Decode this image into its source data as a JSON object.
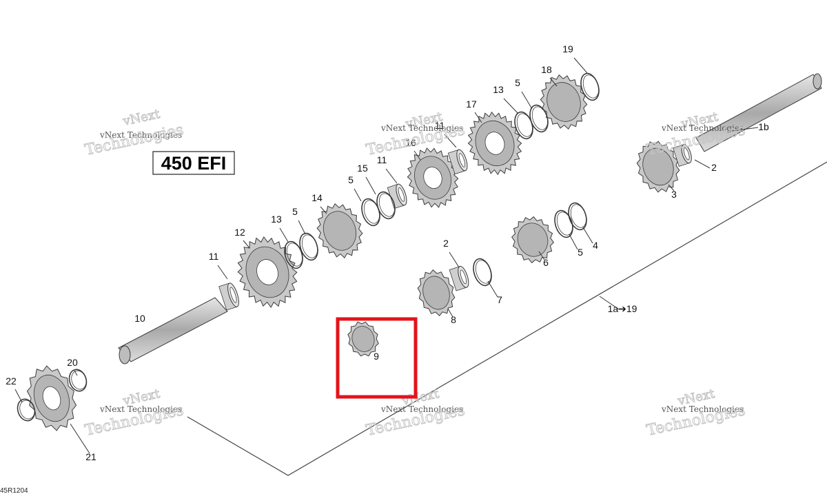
{
  "model_label": "450 EFI",
  "reference_code": "45R1204",
  "watermark": {
    "line1": "vNext Technologies",
    "line2": "Technologies",
    "top": "vNext"
  },
  "colors": {
    "part_fill": "#c9c9c9",
    "part_stroke": "#3a3a3a",
    "highlight": "#e3141b",
    "leader": "#333333"
  },
  "callouts": [
    {
      "id": "19",
      "label": "19"
    },
    {
      "id": "18",
      "label": "18"
    },
    {
      "id": "13b",
      "label": "13"
    },
    {
      "id": "5d",
      "label": "5"
    },
    {
      "id": "17",
      "label": "17"
    },
    {
      "id": "11c",
      "label": "11"
    },
    {
      "id": "16",
      "label": "16"
    },
    {
      "id": "11b",
      "label": "11"
    },
    {
      "id": "15",
      "label": "15"
    },
    {
      "id": "5c",
      "label": "5"
    },
    {
      "id": "14",
      "label": "14"
    },
    {
      "id": "13a",
      "label": "13"
    },
    {
      "id": "5b",
      "label": "5"
    },
    {
      "id": "12",
      "label": "12"
    },
    {
      "id": "11a",
      "label": "11"
    },
    {
      "id": "10",
      "label": "10"
    },
    {
      "id": "1b",
      "label": "1b"
    },
    {
      "id": "2b",
      "label": "2"
    },
    {
      "id": "3",
      "label": "3"
    },
    {
      "id": "4",
      "label": "4"
    },
    {
      "id": "5a",
      "label": "5"
    },
    {
      "id": "6",
      "label": "6"
    },
    {
      "id": "2a",
      "label": "2"
    },
    {
      "id": "7",
      "label": "7"
    },
    {
      "id": "8",
      "label": "8"
    },
    {
      "id": "9",
      "label": "9"
    },
    {
      "id": "1a19",
      "label": "1a➔19"
    },
    {
      "id": "20",
      "label": "20"
    },
    {
      "id": "22",
      "label": "22"
    },
    {
      "id": "21",
      "label": "21"
    }
  ],
  "highlighted_part": "9"
}
